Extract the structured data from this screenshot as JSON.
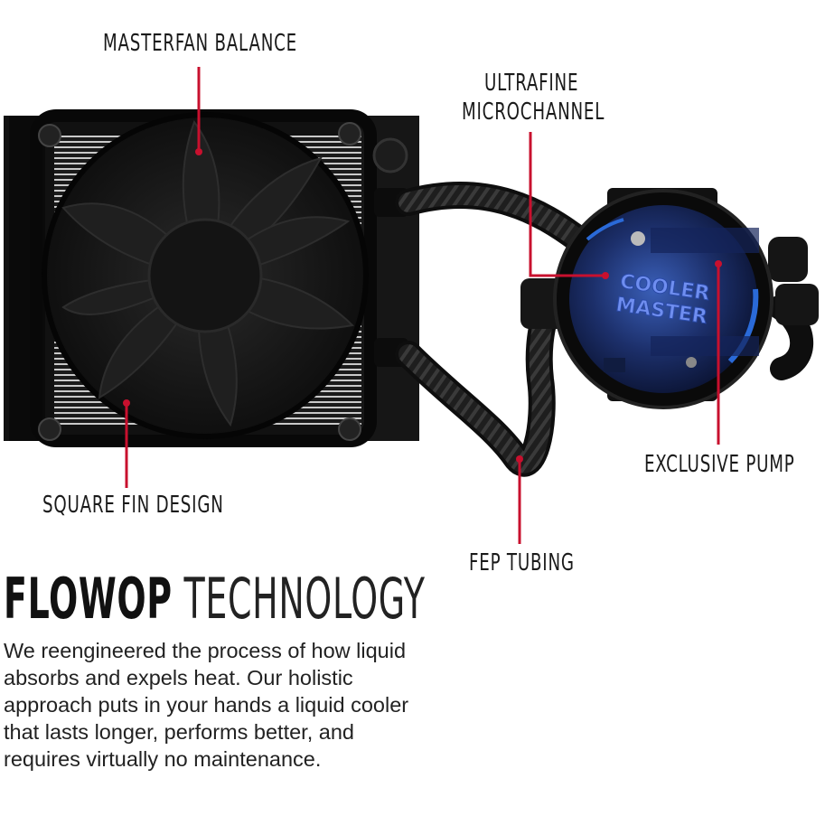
{
  "labels": {
    "masterfan": "MASTERFAN BALANCE",
    "ultrafine_line1": "ULTRAFINE",
    "ultrafine_line2": "MICROCHANNEL",
    "square_fin": "SQUARE FIN DESIGN",
    "exclusive_pump": "EXCLUSIVE PUMP",
    "fep_tubing": "FEP TUBING"
  },
  "pump_logo": {
    "line1": "COOLER",
    "line2": "MASTER"
  },
  "headline": {
    "bold": "FLOWOP",
    "light": "TECHNOLOGY"
  },
  "body": "We reengineered the process of how liquid absorbs and expels heat. Our holistic approach puts in your hands a liquid cooler that lasts longer, performs better, and requires virtually no maintenance.",
  "colors": {
    "callout_line": "#c8102e",
    "accent_blue": "#2a5fd8",
    "dark": "#1a1a1a"
  }
}
